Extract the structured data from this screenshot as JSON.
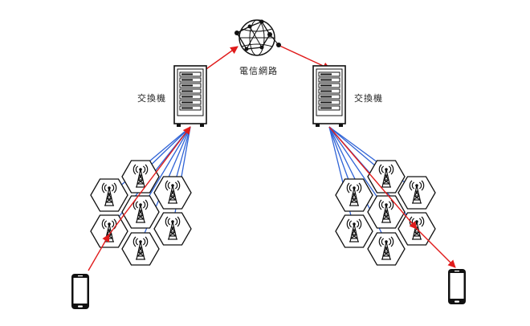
{
  "network_label": "電信網路",
  "switch_left_label": "交換機",
  "switch_right_label": "交換機",
  "colors": {
    "signal": "#e01b1b",
    "link": "#2f63d6",
    "stroke": "#111111"
  },
  "icons": [
    "globe-network-icon",
    "server-rack-icon",
    "cell-tower-icon",
    "smartphone-icon"
  ]
}
